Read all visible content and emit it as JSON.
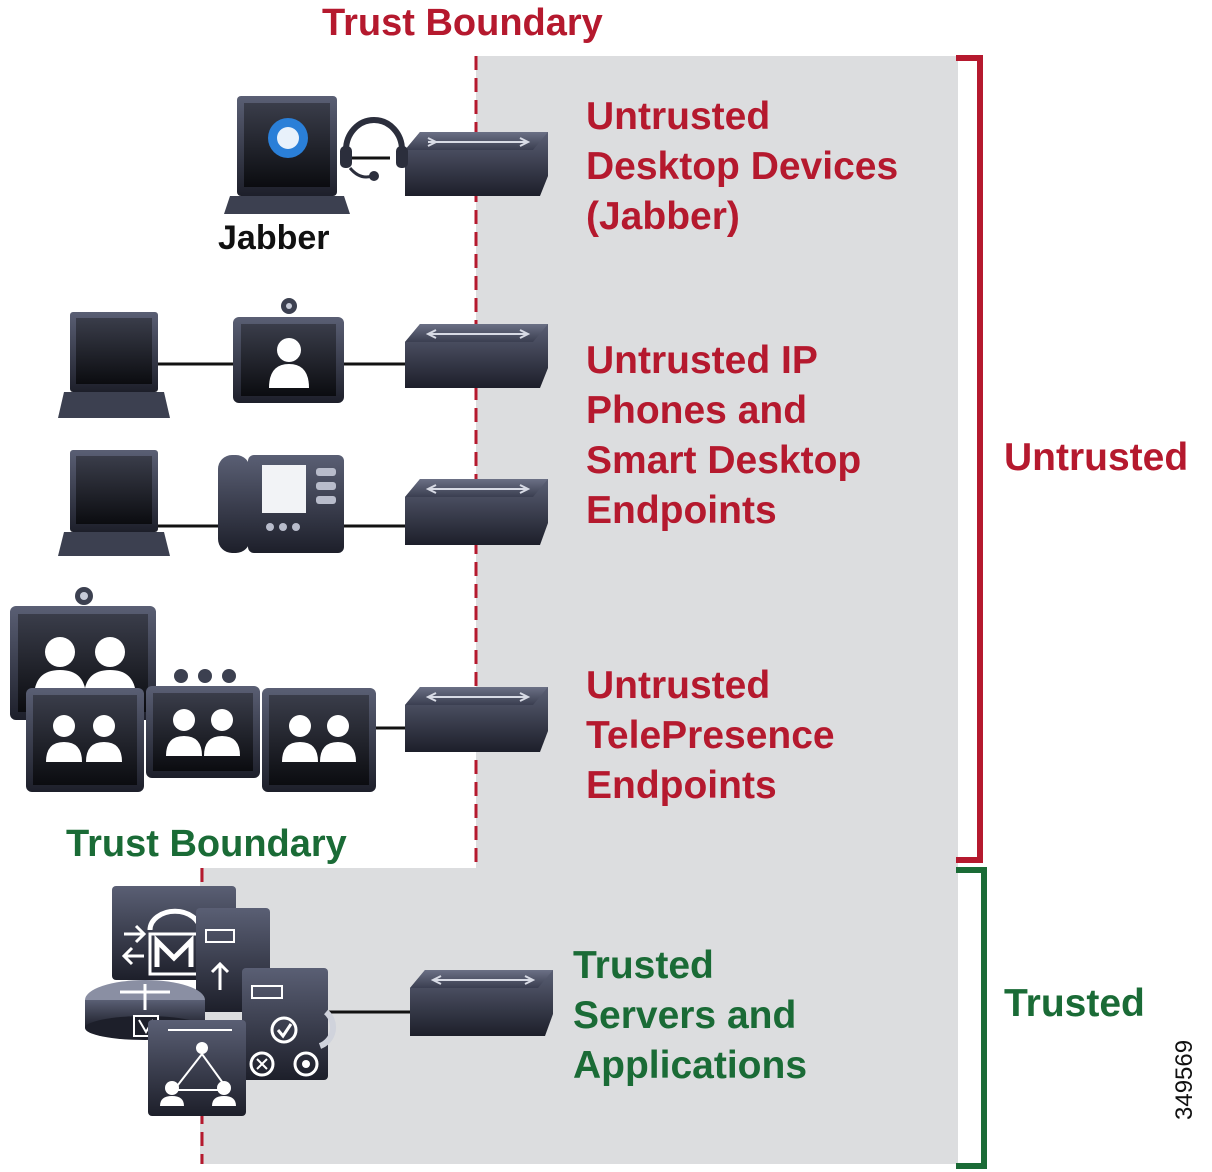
{
  "labels": {
    "trust_boundary_top": "Trust Boundary",
    "trust_boundary_bottom": "Trust Boundary",
    "jabber": "Jabber",
    "untrusted_bracket": "Untrusted",
    "trusted_bracket": "Trusted",
    "figure_id": "349569"
  },
  "groups": {
    "desktop": [
      "Untrusted",
      "Desktop Devices",
      "(Jabber)"
    ],
    "ip_phones": [
      "Untrusted IP",
      "Phones and",
      "Smart Desktop",
      "Endpoints"
    ],
    "telepresence": [
      "Untrusted",
      "TelePresence",
      "Endpoints"
    ],
    "servers": [
      "Trusted",
      "Servers and",
      "Applications"
    ]
  },
  "colors": {
    "untrusted": "#b5192e",
    "trusted": "#1a6b36",
    "zone_fill": "#dcdddf",
    "device_dark": "#2b2e3c"
  },
  "icons": [
    "laptop-icon",
    "headset-icon",
    "switch-icon",
    "video-phone-icon",
    "ip-phone-icon",
    "telepresence-icon",
    "server-icon",
    "router-icon"
  ]
}
